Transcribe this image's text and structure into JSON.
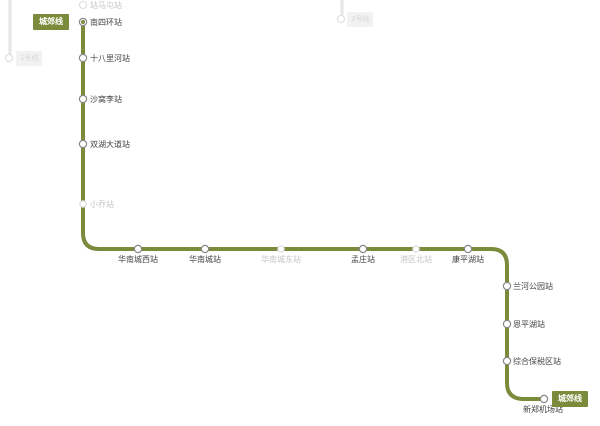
{
  "line": {
    "name": "城郊线",
    "color": "#7a8b3c",
    "faded_color": "#e6e6e6"
  },
  "stations": [
    {
      "id": "nansihuan",
      "label": "南四环站",
      "dim": false,
      "terminal": true
    },
    {
      "id": "shibalihe",
      "label": "十八里河站",
      "dim": false
    },
    {
      "id": "shawoli",
      "label": "沙窝李站",
      "dim": false
    },
    {
      "id": "shuanghudadao",
      "label": "双湖大道站",
      "dim": false
    },
    {
      "id": "xiaoqiao",
      "label": "小乔站",
      "dim": true
    },
    {
      "id": "huananchengxi",
      "label": "华南城西站",
      "dim": false
    },
    {
      "id": "huanancheng",
      "label": "华南城站",
      "dim": false
    },
    {
      "id": "huananchengdong",
      "label": "华南城东站",
      "dim": true
    },
    {
      "id": "mengzhuang",
      "label": "孟庄站",
      "dim": false
    },
    {
      "id": "gangqubei",
      "label": "港区北站",
      "dim": true
    },
    {
      "id": "kangpinghu",
      "label": "康平湖站",
      "dim": false
    },
    {
      "id": "lanhegongyuan",
      "label": "兰河公园站",
      "dim": false
    },
    {
      "id": "sipinghu",
      "label": "恩平湖站",
      "dim": false
    },
    {
      "id": "zonghebaoshuiqu",
      "label": "综合保税区站",
      "dim": false
    },
    {
      "id": "xinzhengjichang",
      "label": "新郑机场站",
      "dim": false,
      "terminal": true
    }
  ],
  "other_lines": [
    {
      "id": "top-left",
      "station_label": "站马屯站",
      "badge": "",
      "color": "#e6e6e6"
    },
    {
      "id": "left",
      "station_label": "",
      "badge": "1号线",
      "color": "#e6e6e6"
    },
    {
      "id": "center",
      "station_label": "",
      "badge": "2号线",
      "color": "#e6e6e6"
    }
  ],
  "badges": {
    "start": "城郊线",
    "end": "城郊线"
  }
}
